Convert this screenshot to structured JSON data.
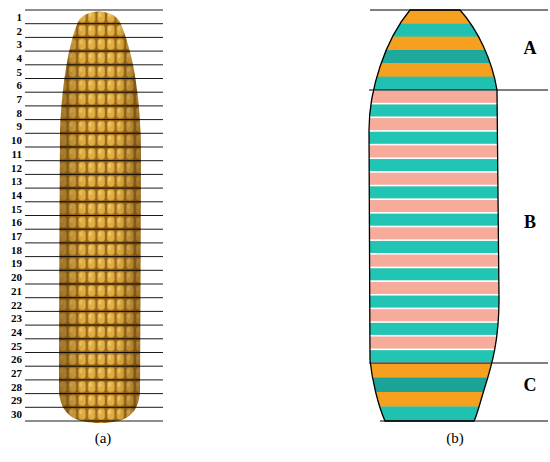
{
  "diagram": {
    "labels": [
      "1",
      "2",
      "3",
      "4",
      "5",
      "6",
      "7",
      "8",
      "9",
      "10",
      "11",
      "12",
      "13",
      "14",
      "15",
      "16",
      "17",
      "18",
      "19",
      "20",
      "21",
      "22",
      "23",
      "24",
      "25",
      "26",
      "27",
      "28",
      "29",
      "30",
      "(a)",
      "A",
      "B",
      "C",
      "(b)"
    ]
  }
}
